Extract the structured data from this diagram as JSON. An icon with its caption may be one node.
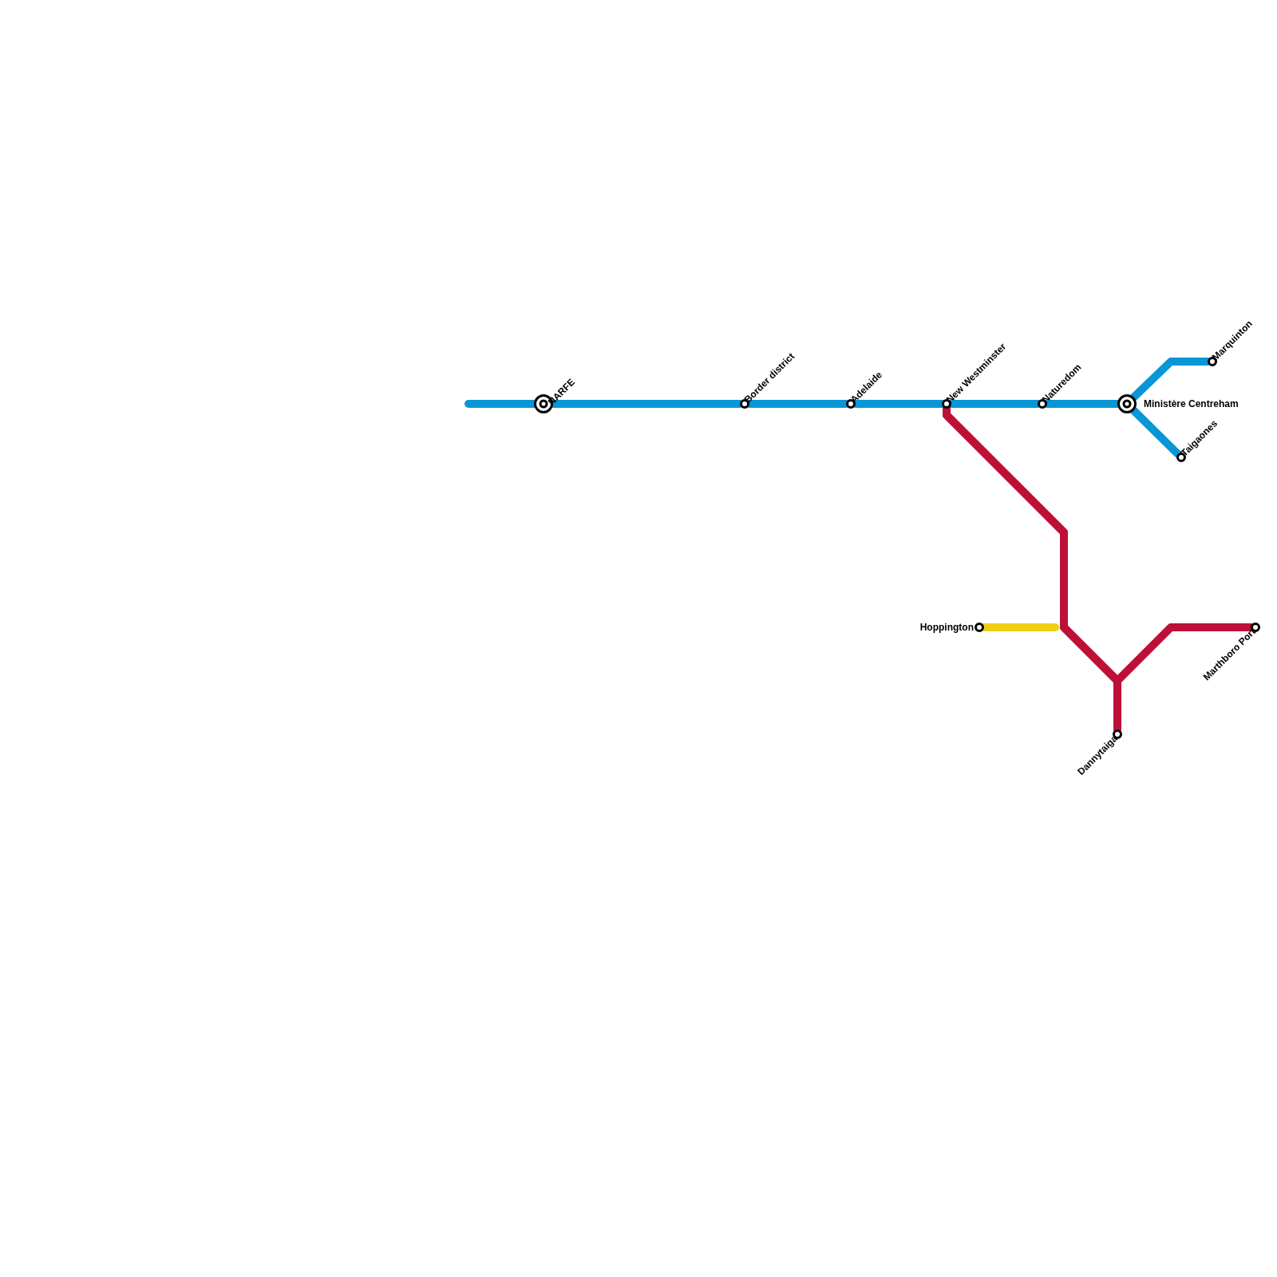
{
  "diagram": {
    "nodes": [
      {
        "text": [
          "NARFE"
        ]
      },
      {
        "text": [
          "Border district"
        ]
      },
      {
        "text": [
          "Adelaide"
        ]
      },
      {
        "text": [
          "New Westminster"
        ]
      },
      {
        "text": [
          "Naturedom"
        ]
      },
      {
        "text": [
          "Ministère Centreham"
        ]
      },
      {
        "text": [
          "Marquinton"
        ]
      },
      {
        "text": [
          "Taigaones"
        ]
      },
      {
        "text": [
          "Hoppington"
        ]
      },
      {
        "text": [
          "Dannytaiga"
        ]
      },
      {
        "text": [
          "Marthboro Port"
        ]
      }
    ],
    "edges": [
      {
        "from": null,
        "to": 0,
        "arrow": "none",
        "color": "#0896d7"
      },
      {
        "from": 0,
        "to": 1,
        "arrow": "none",
        "color": "#0896d7"
      },
      {
        "from": 1,
        "to": 2,
        "arrow": "none",
        "color": "#0896d7"
      },
      {
        "from": 2,
        "to": 3,
        "arrow": "none",
        "color": "#0896d7"
      },
      {
        "from": 3,
        "to": 4,
        "arrow": "none",
        "color": "#0896d7"
      },
      {
        "from": 4,
        "to": 5,
        "arrow": "none",
        "color": "#0896d7"
      },
      {
        "from": 5,
        "to": 6,
        "arrow": "none",
        "color": "#0896d7"
      },
      {
        "from": 5,
        "to": 7,
        "arrow": "none",
        "color": "#0896d7"
      },
      {
        "from": 3,
        "to": 10,
        "arrow": "none",
        "color": "#bd1038"
      },
      {
        "from": 3,
        "to": 9,
        "arrow": "none",
        "color": "#bd1038"
      },
      {
        "from": 8,
        "to": null,
        "arrow": "none",
        "color": "#f0ce15"
      }
    ]
  }
}
